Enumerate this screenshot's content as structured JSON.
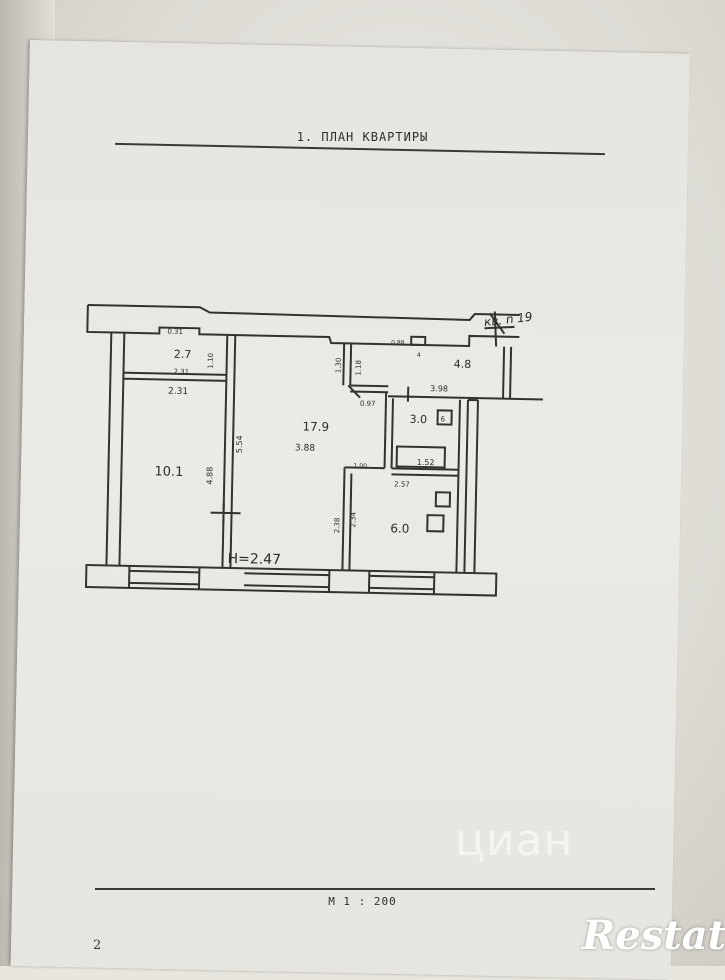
{
  "document": {
    "title": "1. ПЛАН КВАРТИРЫ",
    "scale": "М 1 : 200",
    "page_number": "2"
  },
  "plan": {
    "apartment_label": "кв. n 19",
    "ceiling_height": "H=2.47",
    "areas": [
      "10.1",
      "17.9",
      "2.7",
      "4.8",
      "3.0",
      "6.0"
    ],
    "dimensions": [
      "0.31",
      "1.10",
      "2.31",
      "2.31",
      "4.88",
      "5.54",
      "3.88",
      "1.30",
      "1.18",
      "0.88",
      "4",
      "3.98",
      "0.97",
      "1.00",
      "1.52",
      "2.57",
      "2.38",
      "2.34",
      "6"
    ]
  },
  "watermarks": {
    "cian": "циан",
    "restate": "Restate"
  }
}
